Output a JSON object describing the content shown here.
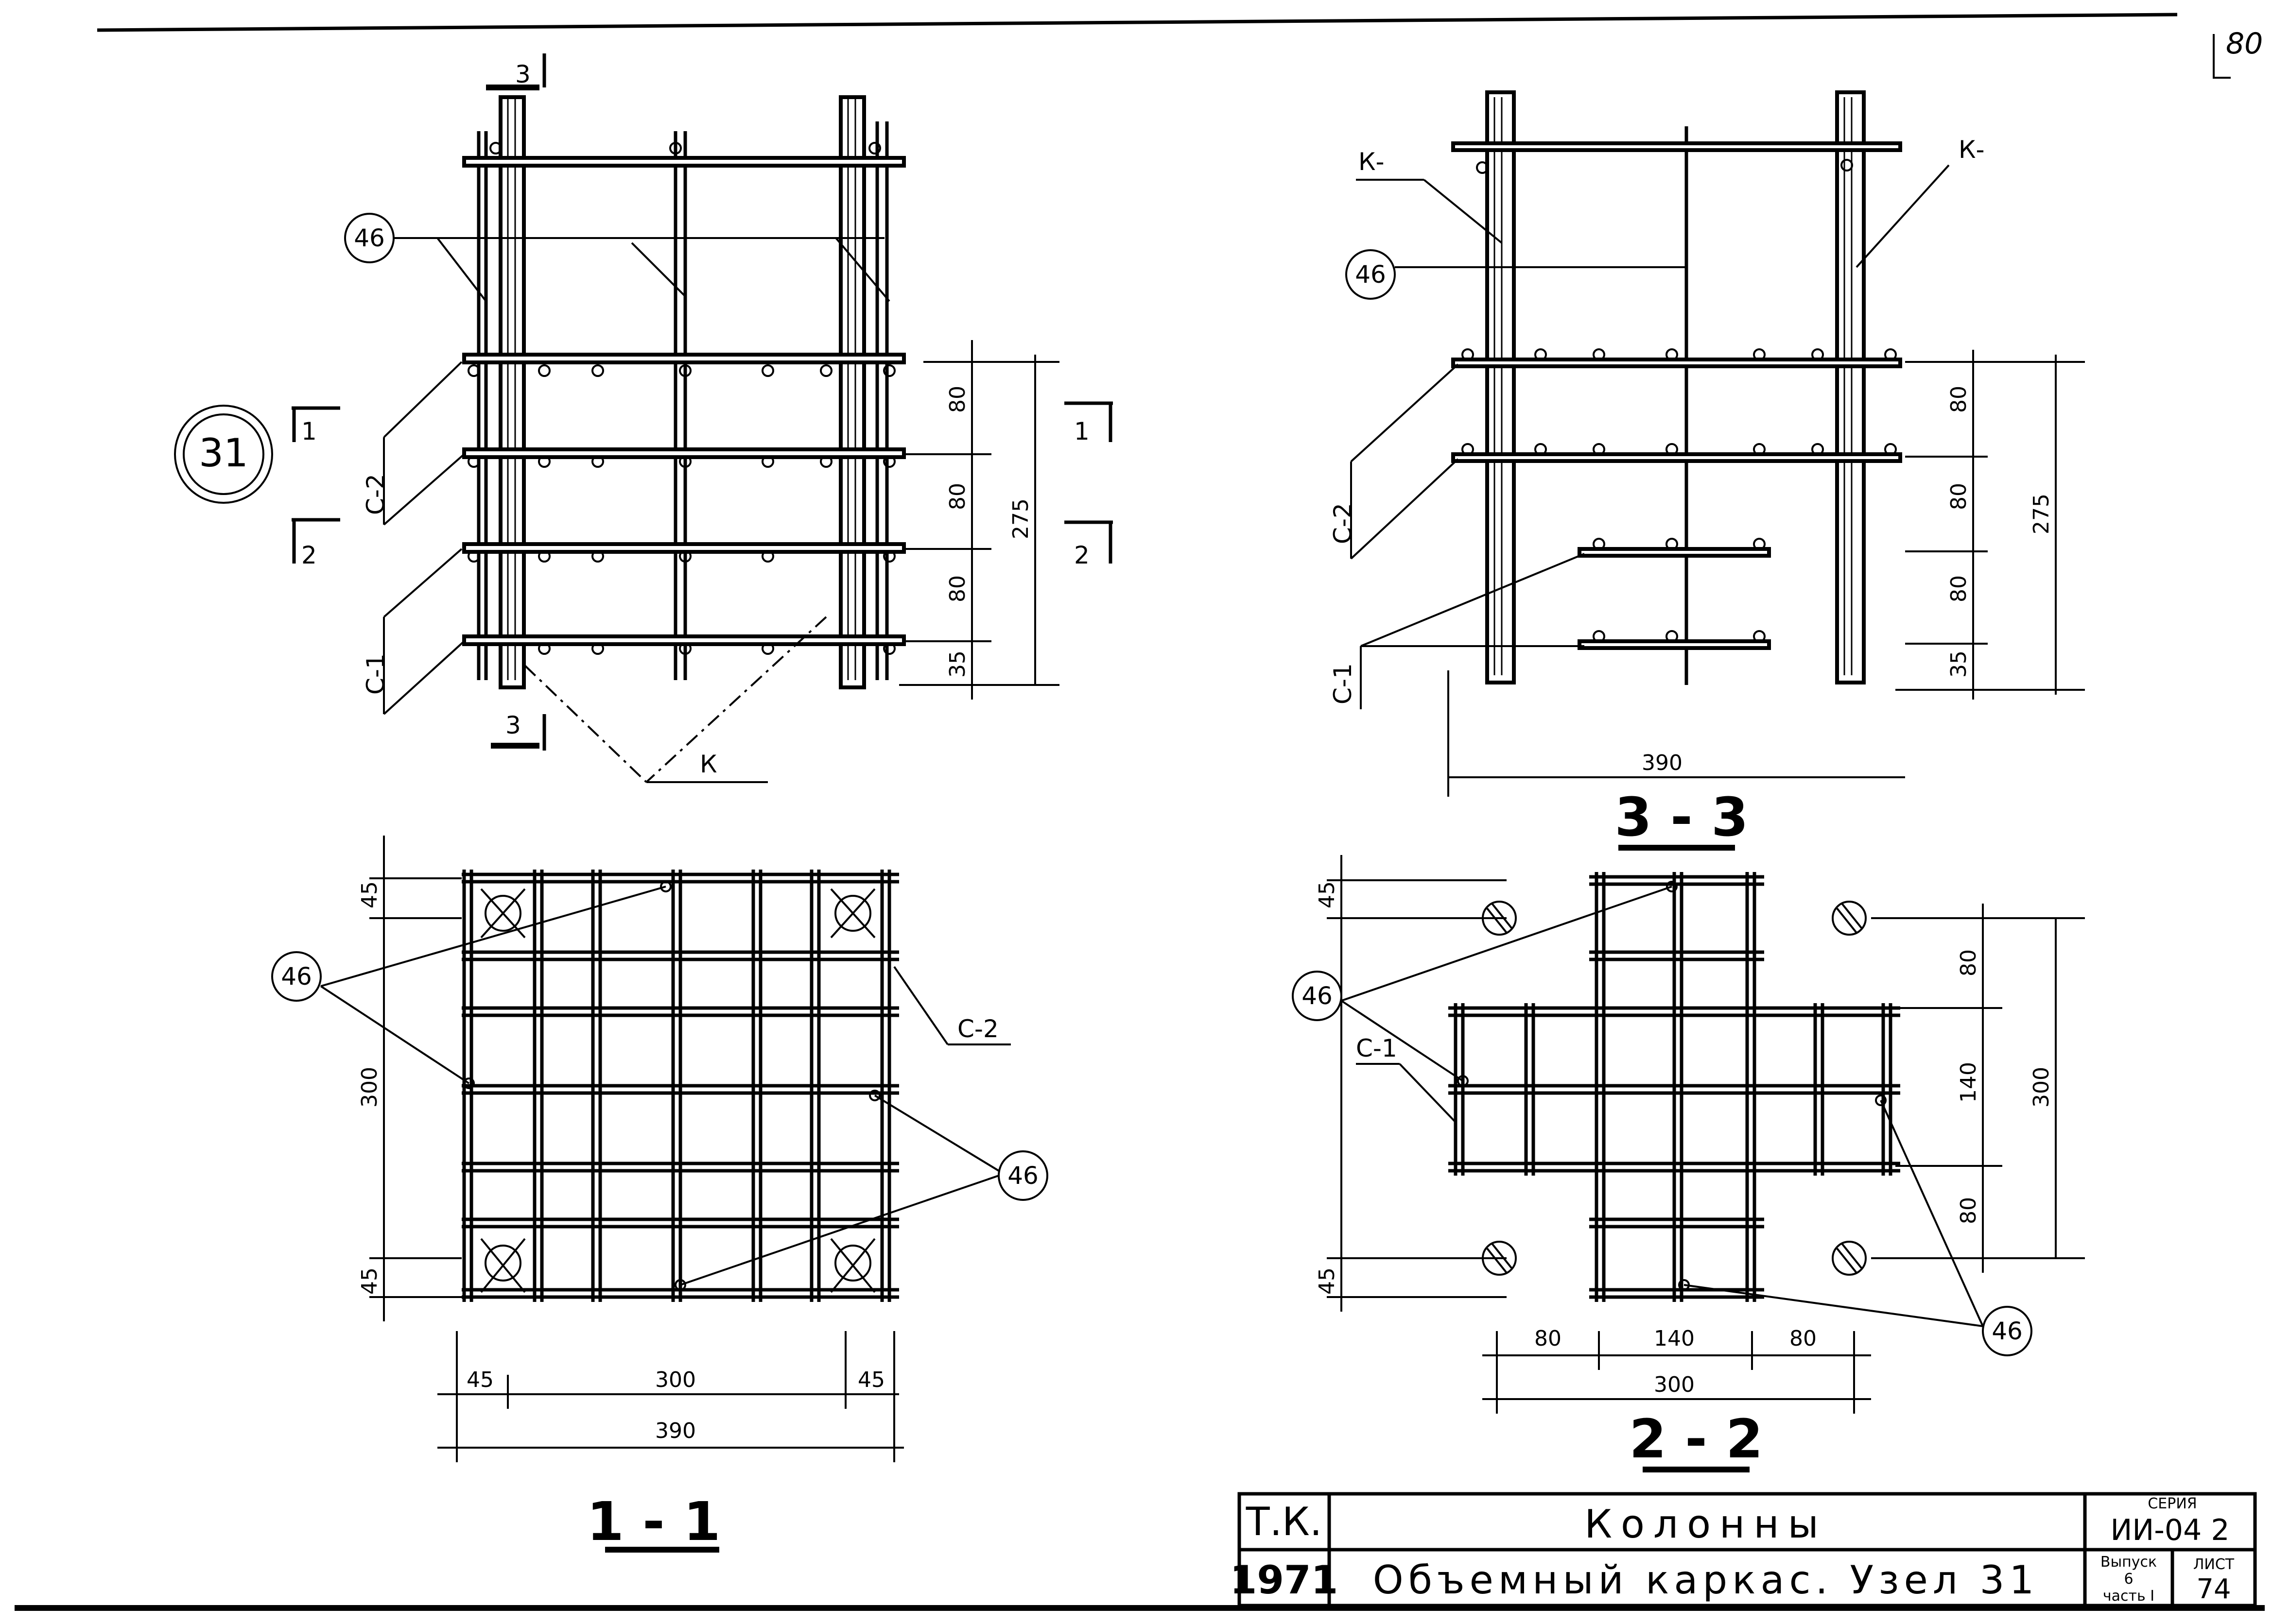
{
  "page_number": "80",
  "node_number": "31",
  "labels": {
    "bar_46": "46",
    "mesh_c1": "С-1",
    "mesh_c2": "С-2",
    "col_k": "К",
    "col_k_dash": "К-"
  },
  "section_marks": {
    "s1": "1",
    "s2": "2",
    "s3": "3"
  },
  "section_titles": {
    "t11": "1 - 1",
    "t22": "2 - 2",
    "t33": "3 - 3"
  },
  "dims": {
    "d80": "80",
    "d35": "35",
    "d275": "275",
    "d45": "45",
    "d300": "300",
    "d390": "390",
    "d140": "140"
  },
  "title_block": {
    "tk_label": "Т.К.",
    "year": "1971",
    "title": "Колонны",
    "subtitle": "Объемный каркас. Узел 31",
    "series_label": "СЕРИЯ",
    "series": "ИИ-04 2",
    "issue_label": "Выпуск",
    "issue": "6",
    "part": "часть I",
    "sheet_label": "ЛИСТ",
    "sheet": "74"
  }
}
